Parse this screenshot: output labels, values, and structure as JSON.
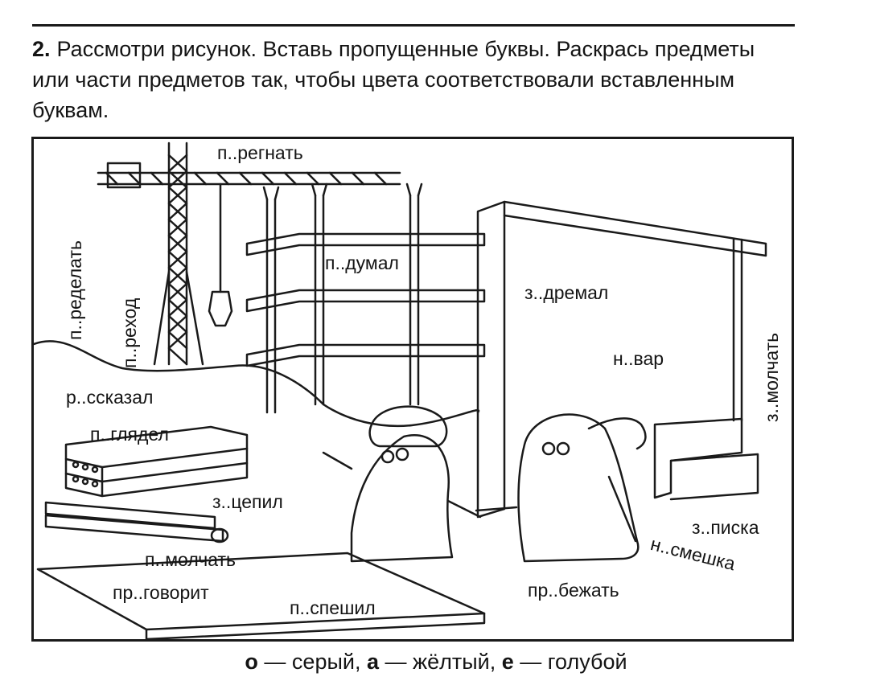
{
  "task": {
    "number": "2.",
    "text": "Рассмотри рисунок. Вставь пропущенные буквы. Раскрась предметы или части предметов так, чтобы цвета соответствовали вставленным буквам."
  },
  "words": {
    "peregnat": "п..регнать",
    "peredelat": "п..ределать",
    "perehod": "п..реход",
    "podumal": "п..думал",
    "zadremal": "з..дремал",
    "navar": "н..вар",
    "zamolchat": "з..молчать",
    "rasskazal": "р..ссказал",
    "poglyadel": "п..глядел",
    "zacepil": "з..цепил",
    "zapiska": "з..писка",
    "nasmeshka": "н..смешка",
    "pomolchat": "п..молчать",
    "progovorit": "пр..говорит",
    "pospeshil": "п..спешил",
    "pribezhat": "пр..бежать"
  },
  "legend": [
    {
      "letter": "о",
      "dash": " — ",
      "color": "серый",
      "sep": ", "
    },
    {
      "letter": "а",
      "dash": " — ",
      "color": "жёлтый",
      "sep": ", "
    },
    {
      "letter": "е",
      "dash": " — ",
      "color": "голубой",
      "sep": ""
    }
  ]
}
